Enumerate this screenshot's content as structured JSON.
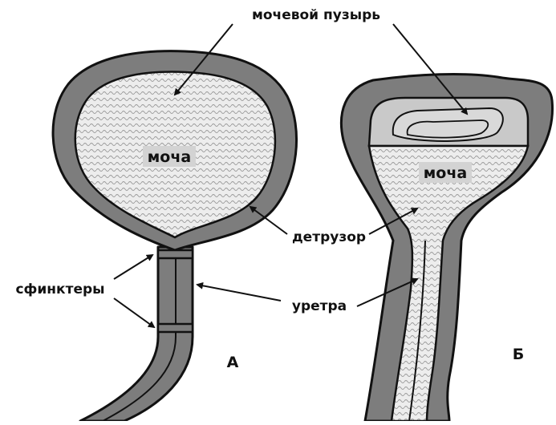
{
  "labels": {
    "bladder": "мочевой пузырь",
    "urine_a": "моча",
    "urine_b": "моча",
    "detrusor": "детрузор",
    "sphincters": "сфинктеры",
    "urethra": "уретра",
    "panel_a": "А",
    "panel_b": "Б"
  },
  "colors": {
    "wall": "#7d7d7d",
    "outline": "#111111",
    "fluid": "#ededed",
    "fluid_pattern": "#9a9a9a",
    "air": "#c9c9c9",
    "air_inner": "#d9d9d9",
    "label_bg": "#d3d3d3"
  }
}
